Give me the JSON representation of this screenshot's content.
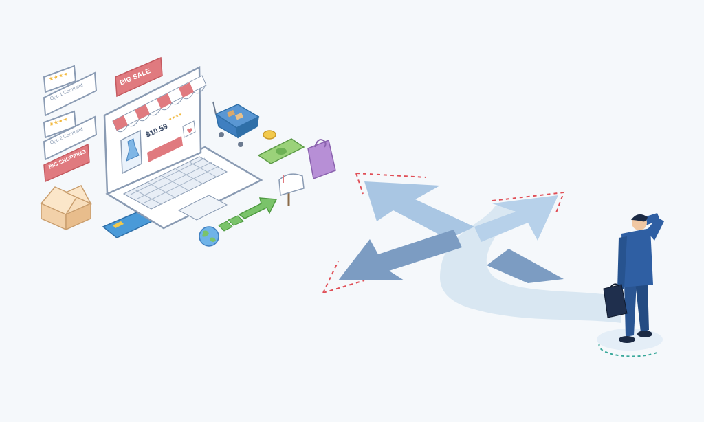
{
  "labels": {
    "big_sale": "BIG SALE",
    "price": "$10.59",
    "review_1": "Opt. 1 Comment",
    "review_2": "Opt. 2 Comment",
    "big_shopping": "BIG SHOPPING"
  },
  "colors": {
    "background": "#f5f8fb",
    "accent_red": "#e07a7f",
    "laptop_outline": "#8a9bb3",
    "arrow_blue_light": "#a9c6e3",
    "arrow_blue_dark": "#7c9cc2",
    "path_light": "#d9e7f2",
    "suit_blue": "#2f5fa3",
    "green_arrow": "#7ac36a",
    "bag_purple": "#b78fd6",
    "cart_blue": "#3f7fc0",
    "box_tan": "#f2d1a9",
    "card_blue": "#4a9ad8",
    "cash_green": "#9bd27a",
    "dashed_red": "#e04f57",
    "dashed_teal": "#3aa99b"
  }
}
